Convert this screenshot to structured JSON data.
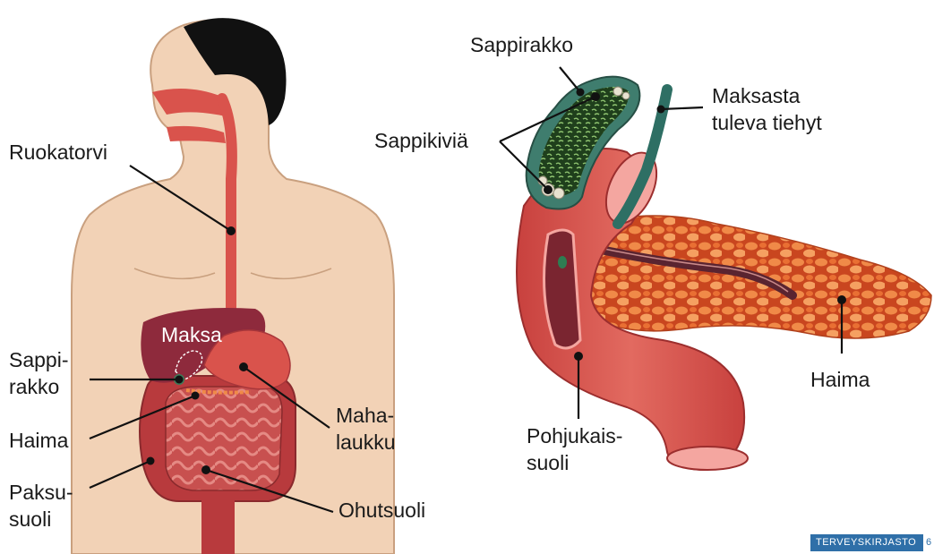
{
  "left_figure": {
    "labels": {
      "ruokatorvi": "Ruokatorvi",
      "maksa": "Maksa",
      "sappirakko_1": "Sappi-",
      "sappirakko_2": "rakko",
      "haima": "Haima",
      "mahalaukku_1": "Maha-",
      "mahalaukku_2": "laukku",
      "paksusuoli_1": "Paksu-",
      "paksusuoli_2": "suoli",
      "ohutsuoli": "Ohutsuoli"
    }
  },
  "right_figure": {
    "labels": {
      "sappirakko": "Sappirakko",
      "sappikivia": "Sappikiviä",
      "maksasta_1": "Maksasta",
      "maksasta_2": "tuleva tiehyt",
      "haima": "Haima",
      "pohjukaissuoli_1": "Pohjukais-",
      "pohjukaissuoli_2": "suoli"
    }
  },
  "brand": {
    "name": "TERVEYSKIRJASTO",
    "extra": "6"
  },
  "colors": {
    "skin": "#f2d2b6",
    "skin_edge": "#c9a07f",
    "hair": "#111111",
    "organ_red": "#d9534c",
    "liver": "#8e2a3c",
    "pancreas": "#e8743a",
    "gallbladder_green": "#4f8a40",
    "brand_blue": "#2f6fa8"
  }
}
